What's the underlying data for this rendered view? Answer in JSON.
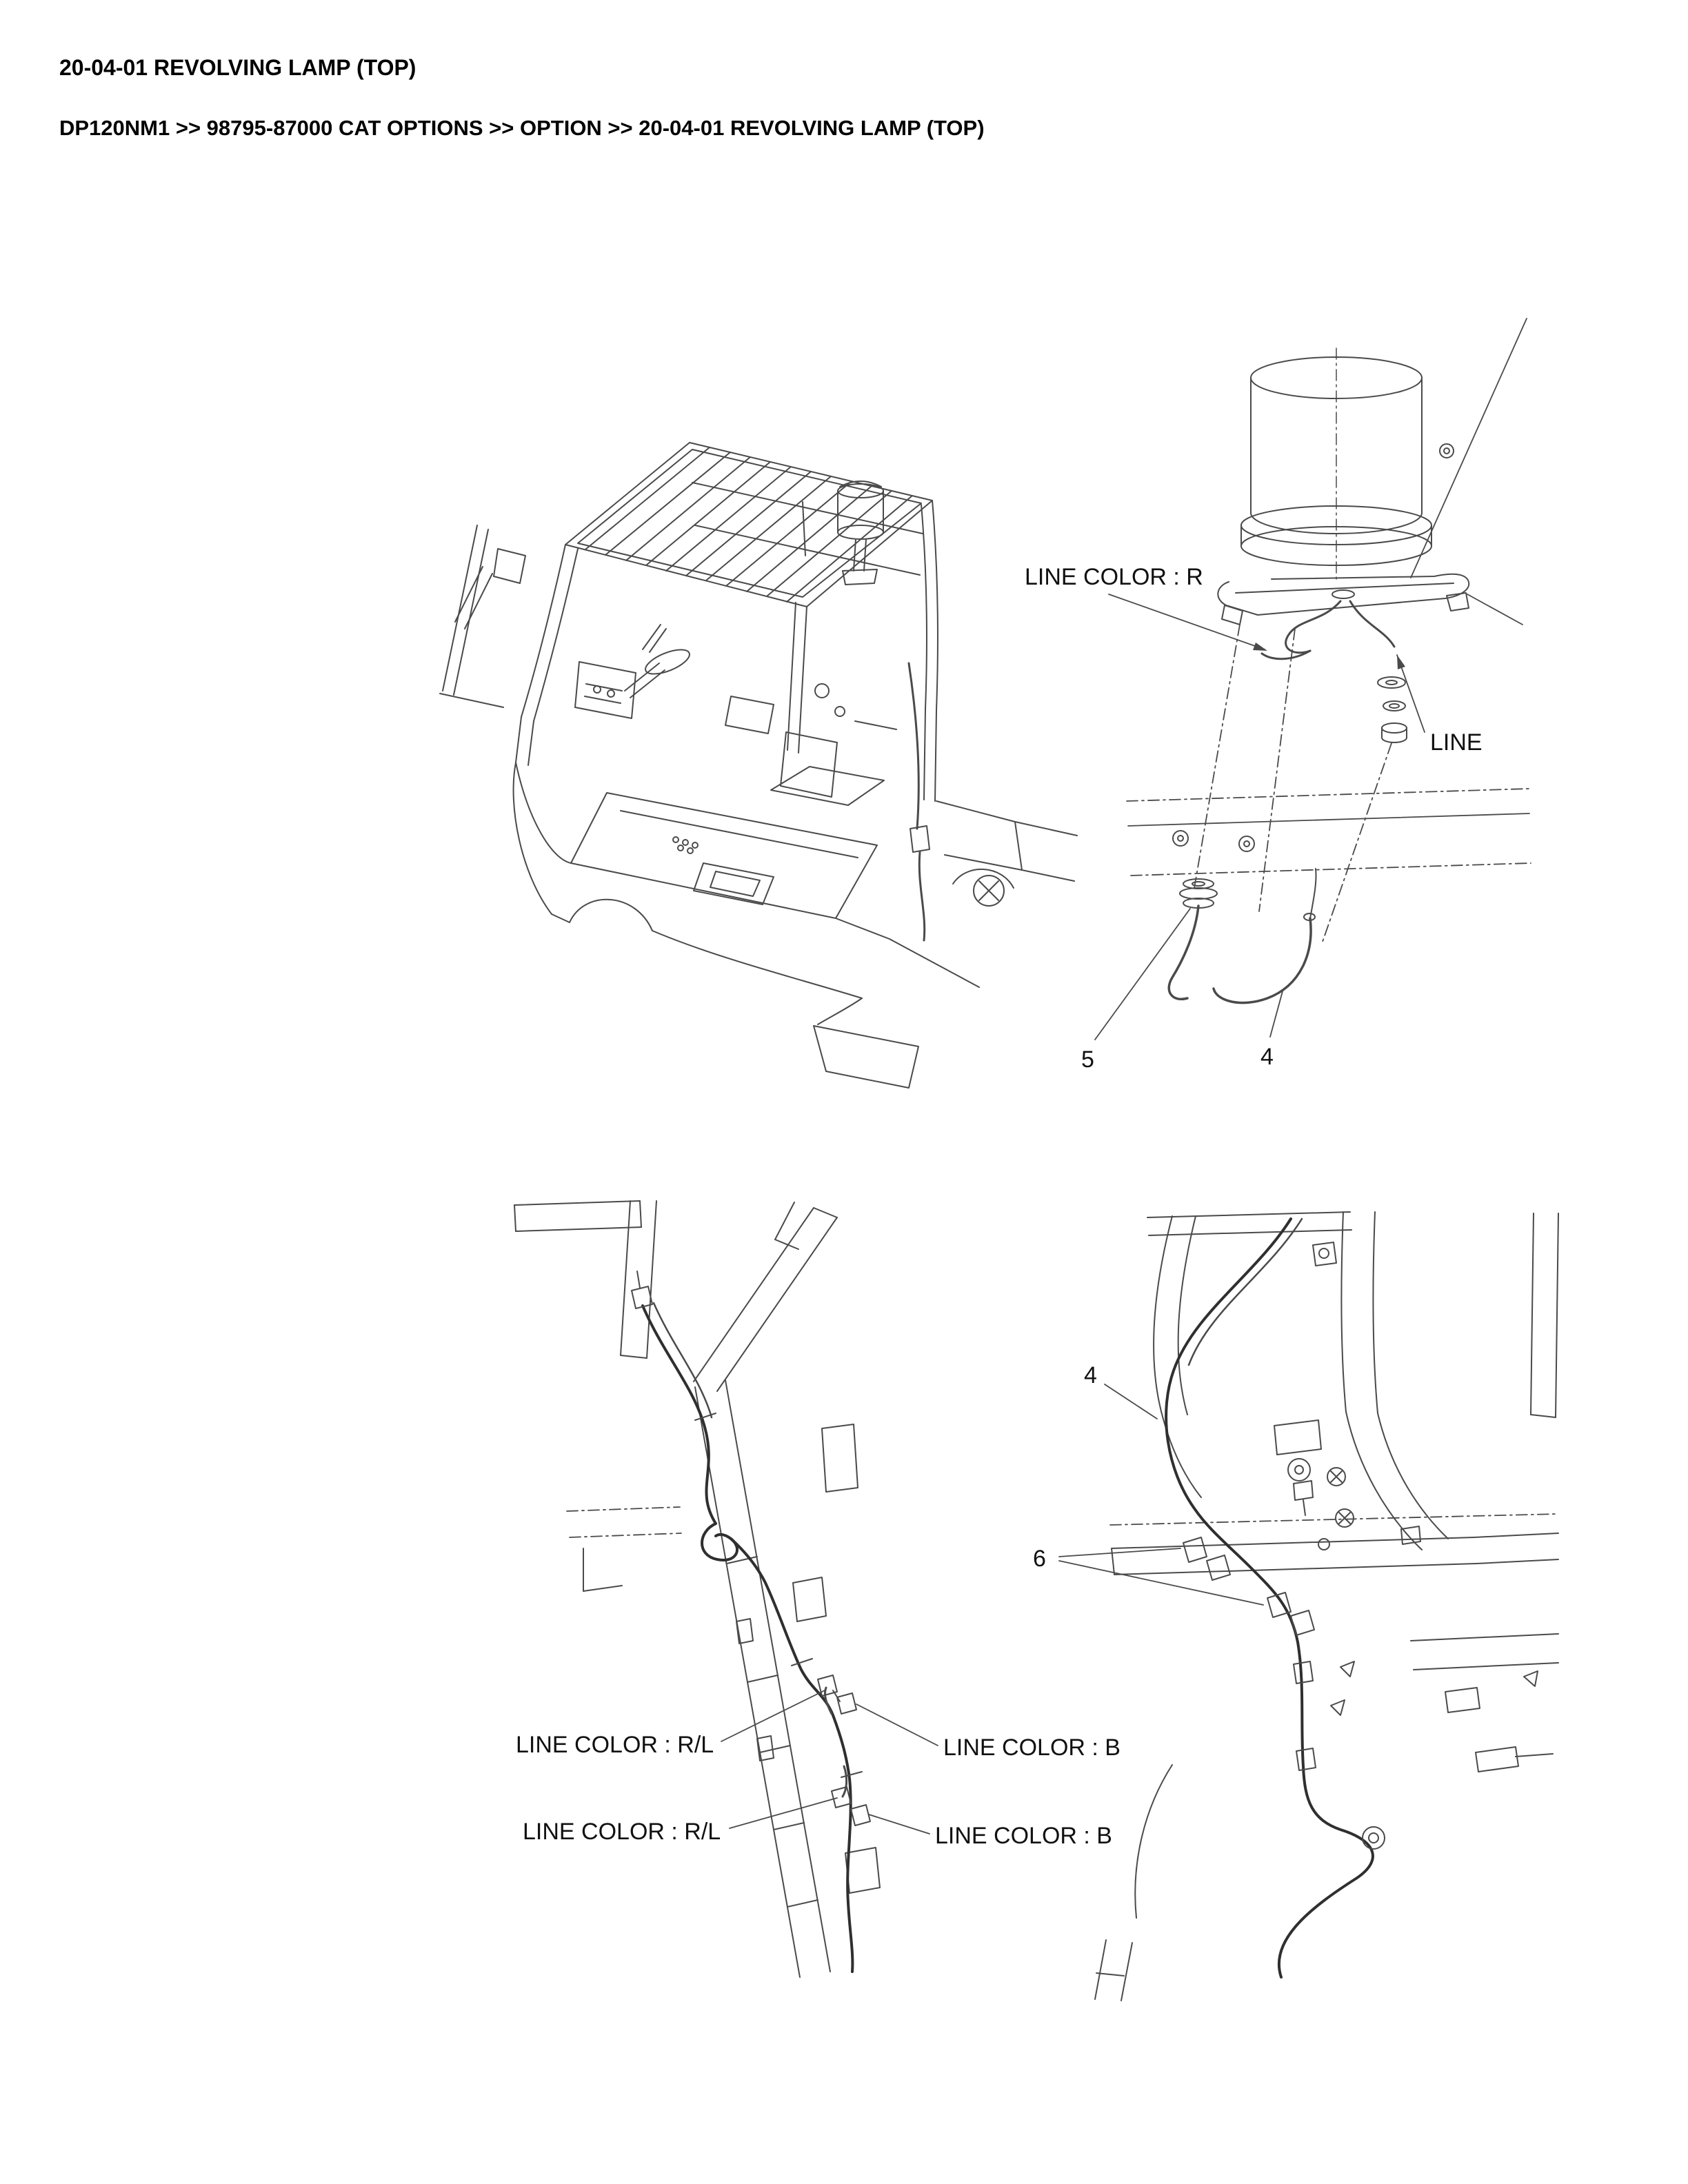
{
  "page": {
    "title": "20-04-01 REVOLVING LAMP (TOP)",
    "breadcrumb": "DP120NM1 >> 98795-87000 CAT OPTIONS >> OPTION >> 20-04-01 REVOLVING LAMP (TOP)"
  },
  "colors": {
    "line": "#4a4a4a",
    "harness": "#2f2f2f",
    "text": "#111111",
    "background": "#ffffff"
  },
  "figures": {
    "lamp_assembly": {
      "label_line_color_r": "LINE COLOR : R",
      "label_line_truncated": "LINE",
      "callout_5": "5",
      "callout_4": "4"
    },
    "harness_left": {
      "label_line_color_rl_upper": "LINE COLOR : R/L",
      "label_line_color_b_upper": "LINE COLOR : B",
      "label_line_color_rl_lower": "LINE COLOR : R/L",
      "label_line_color_b_lower": "LINE COLOR : B"
    },
    "harness_right": {
      "callout_4": "4",
      "callout_6": "6"
    }
  }
}
